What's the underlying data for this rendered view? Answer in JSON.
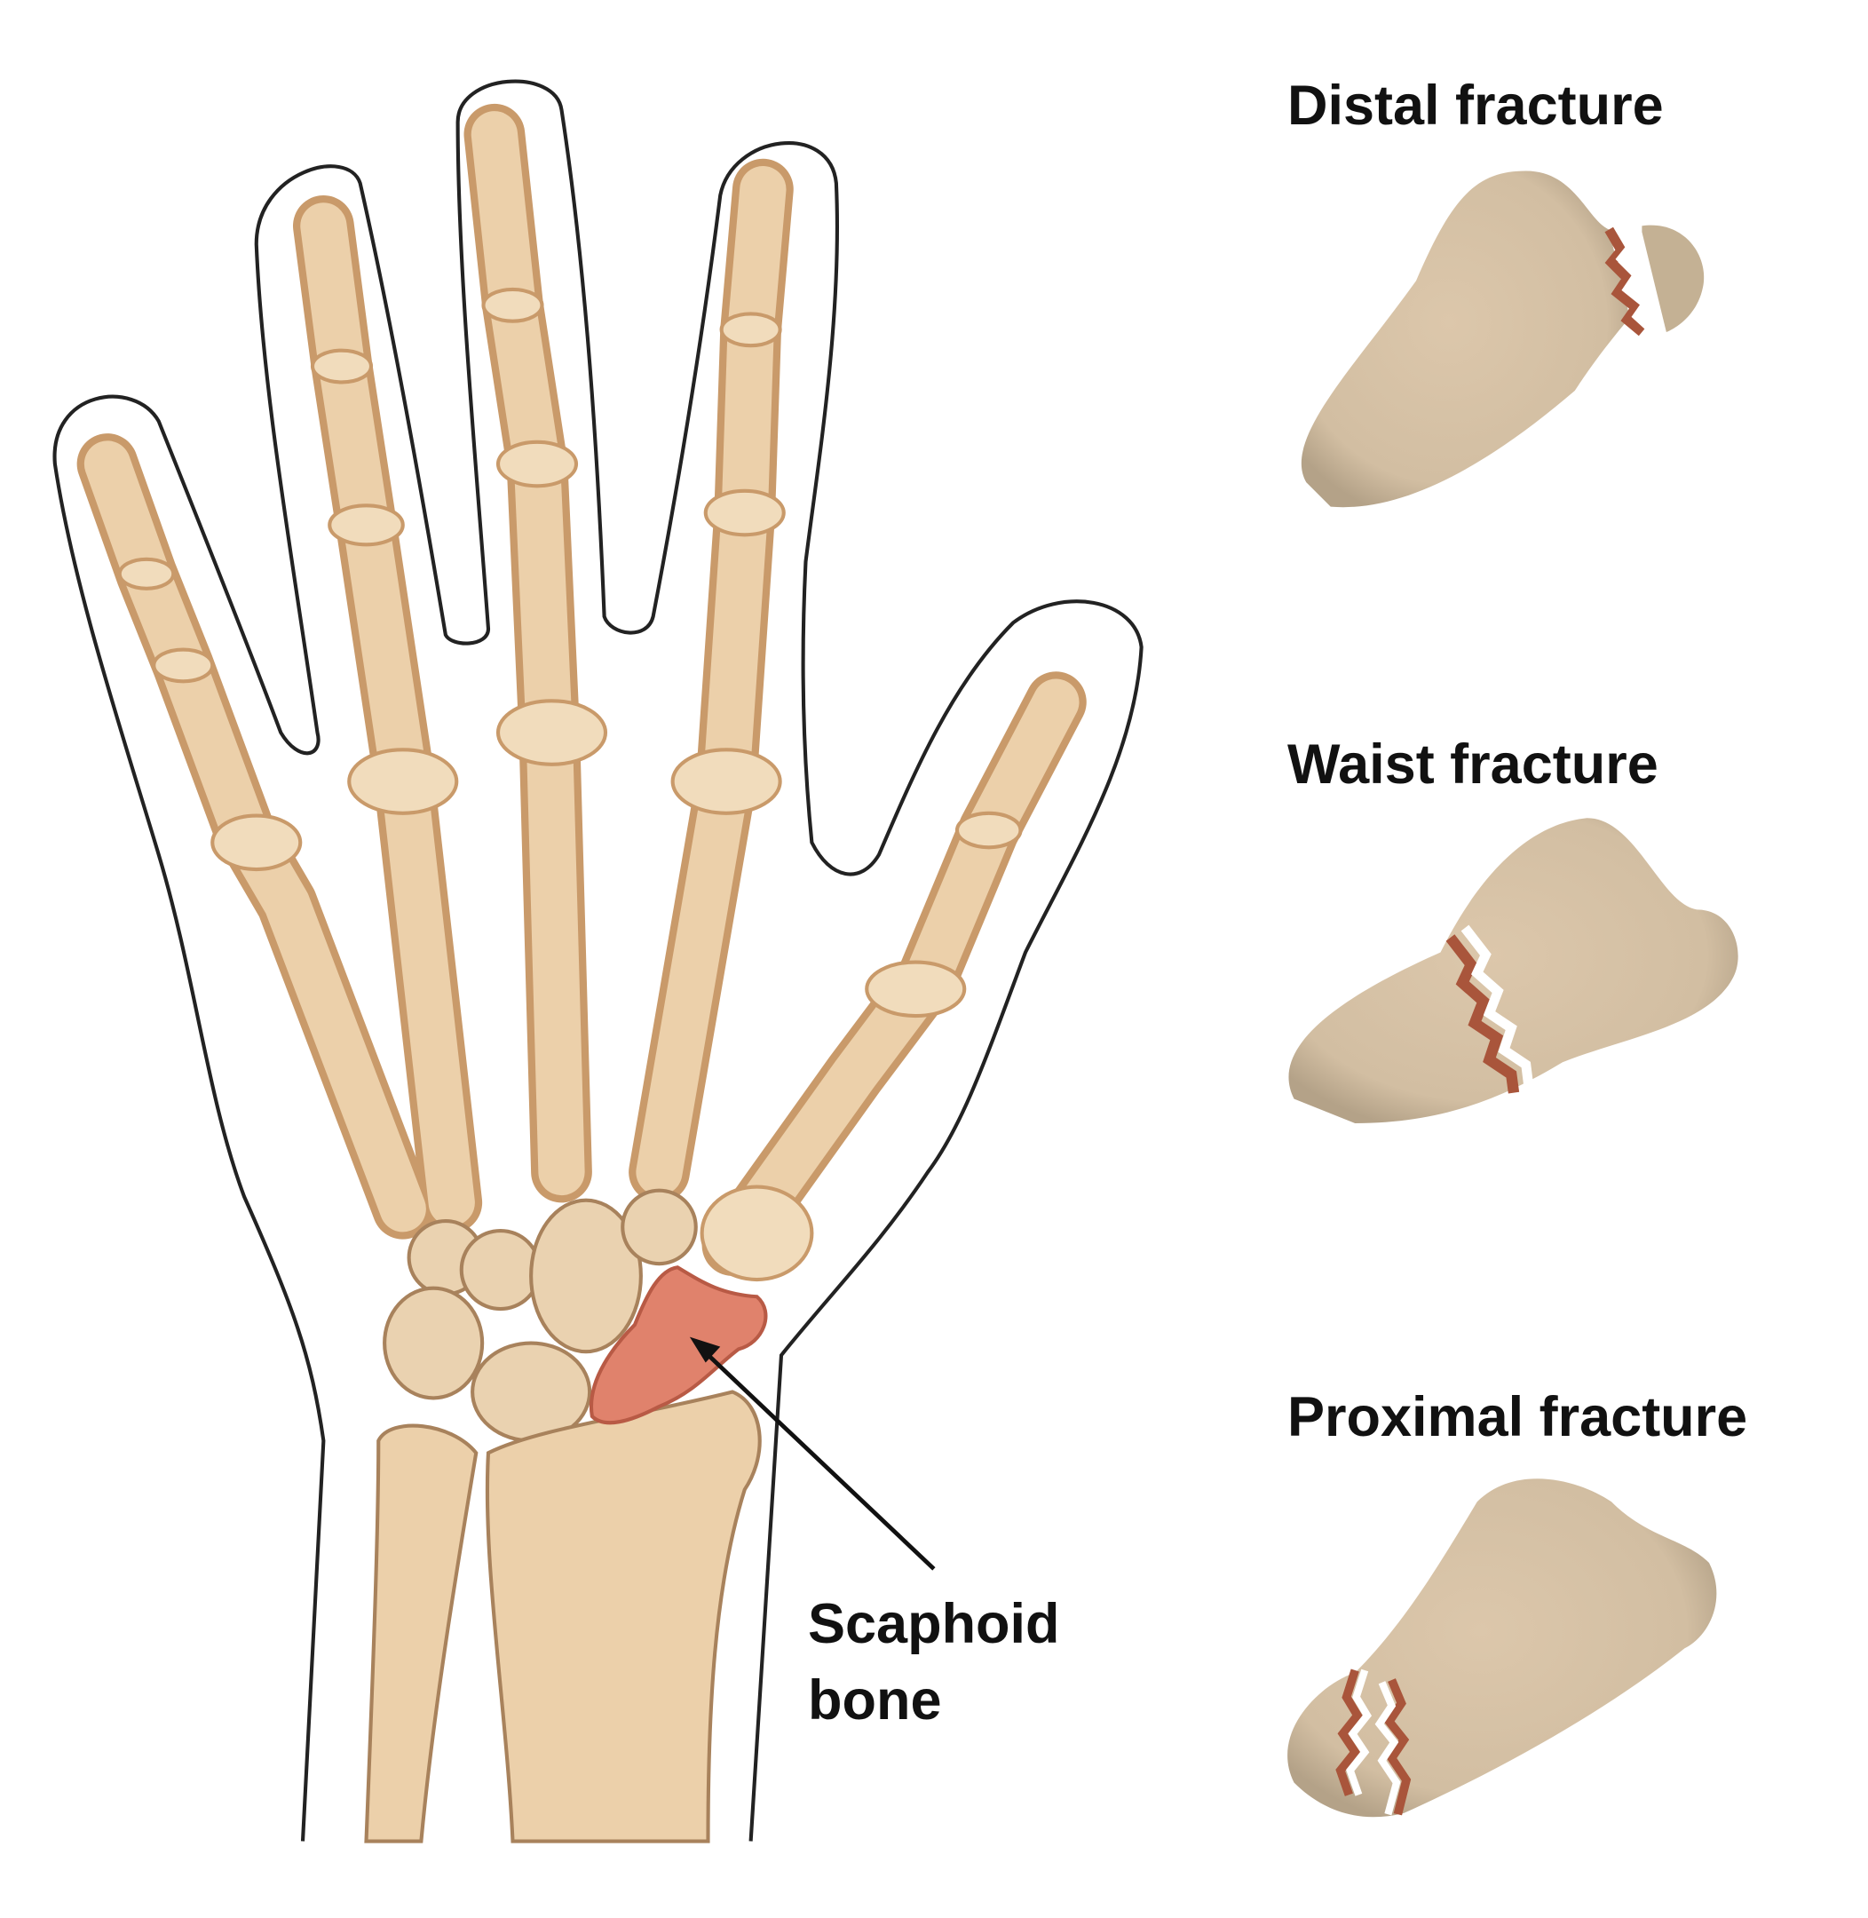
{
  "labels": {
    "scaphoid_line1": "Scaphoid",
    "scaphoid_line2": "bone",
    "distal": "Distal fracture",
    "waist": "Waist fracture",
    "proximal": "Proximal fracture"
  },
  "colors": {
    "bone": "#e9c9a0",
    "bone_shadow": "#c99a6a",
    "scaphoid": "#e0826c",
    "fracture_bone": "#d4c2a8",
    "fracture_edge": "#a9553b"
  }
}
